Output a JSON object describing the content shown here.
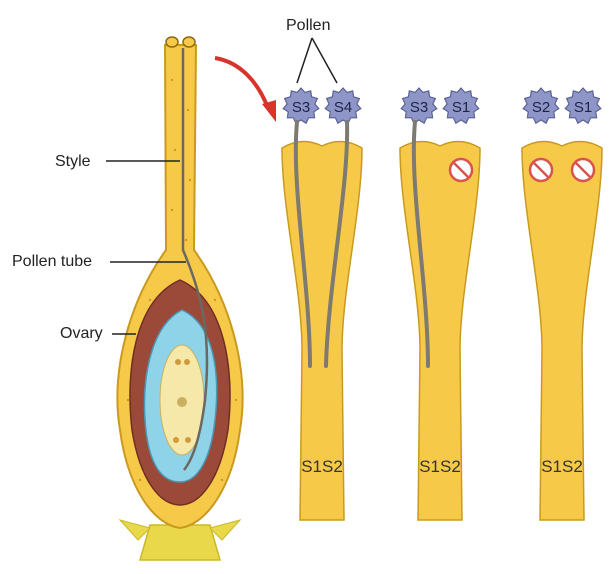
{
  "labels": {
    "pollen": "Pollen",
    "style": "Style",
    "pollen_tube": "Pollen tube",
    "ovary": "Ovary"
  },
  "panels": [
    {
      "pollen": [
        "S3",
        "S4"
      ],
      "blocked": [
        false,
        false
      ],
      "tubes_grow": [
        true,
        true
      ],
      "genotype": "S1S2"
    },
    {
      "pollen": [
        "S3",
        "S1"
      ],
      "blocked": [
        false,
        true
      ],
      "tubes_grow": [
        true,
        false
      ],
      "genotype": "S1S2"
    },
    {
      "pollen": [
        "S2",
        "S1"
      ],
      "blocked": [
        true,
        true
      ],
      "tubes_grow": [
        false,
        false
      ],
      "genotype": "S1S2"
    }
  ],
  "colors": {
    "tissue": "#f7c948",
    "tissue_outline": "#c99a1f",
    "pollen": "#8e96c8",
    "pollen_outline": "#5a6294",
    "tube": "#7d7a72",
    "ovary_outer": "#9b4a3a",
    "ovary_inner": "#8fd3e8",
    "block_sign": "#d9534f",
    "arrow": "#d9342b"
  }
}
